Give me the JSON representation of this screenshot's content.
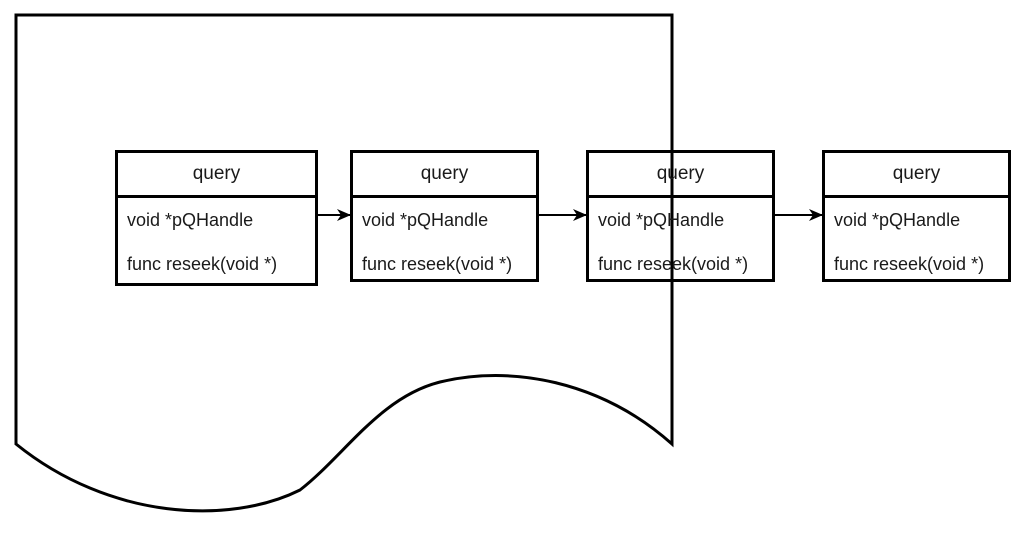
{
  "nodes": [
    {
      "title": "query",
      "field_ptr": "void *pQHandle",
      "field_func": "func reseek(void *)"
    },
    {
      "title": "query",
      "field_ptr": "void *pQHandle",
      "field_func": "func reseek(void *)"
    },
    {
      "title": "query",
      "field_ptr": "void *pQHandle",
      "field_func": "func reseek(void *)"
    },
    {
      "title": "query",
      "field_ptr": "void *pQHandle",
      "field_func": "func reseek(void *)"
    }
  ],
  "edges": [
    {
      "from": 1,
      "to": 2
    },
    {
      "from": 2,
      "to": 3
    },
    {
      "from": 3,
      "to": 4
    }
  ],
  "colors": {
    "stroke": "#000000",
    "text": "#1a1a1a",
    "background": "#ffffff"
  },
  "shapes": {
    "container": "document-shape"
  }
}
